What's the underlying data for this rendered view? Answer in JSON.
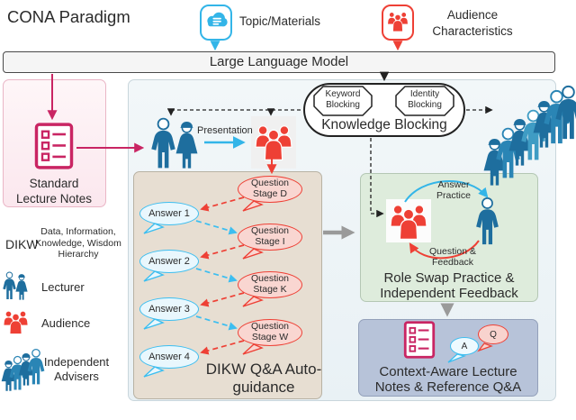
{
  "title": "CONA Paradigm",
  "header": {
    "topic_label": "Topic/Materials",
    "audience_label": "Audience Characteristics"
  },
  "llm": {
    "label": "Large Language Model"
  },
  "knowledge_blocking": {
    "label": "Knowledge Blocking",
    "keyword": "Keyword Blocking",
    "identity": "Identity Blocking"
  },
  "left_column": {
    "standard_notes_label": "Standard Lecture Notes",
    "dikw_term": "DIKW",
    "dikw_desc": "Data, Information, Knowledge, Wisdom Hierarchy",
    "legend_lecturer": "Lecturer",
    "legend_audience": "Audience",
    "legend_advisers": "Independent Advisers"
  },
  "flow": {
    "presentation_label": "Presentation"
  },
  "dikw_panel": {
    "title": "DIKW Q&A Auto-guidance",
    "questions": [
      "Question Stage D",
      "Question Stage I",
      "Question Stage K",
      "Question Stage W"
    ],
    "answers": [
      "Answer 1",
      "Answer 2",
      "Answer 3",
      "Answer 4"
    ]
  },
  "role_swap_panel": {
    "title": "Role Swap Practice & Independent Feedback",
    "answer_practice_label": "Answer Practice",
    "question_feedback_label": "Question & Feedback"
  },
  "context_panel": {
    "title": "Context-Aware Lecture Notes & Reference Q&A",
    "answer_bubble": "A",
    "question_bubble": "Q"
  },
  "colors": {
    "crimson": "#c92563",
    "cyan": "#33b5e8",
    "red": "#ee4035",
    "person_blue": "#1e6e9e",
    "tan_panel": "#e7ded2",
    "green_panel": "#deecdc",
    "context_panel": "#b7c3d9",
    "pink_panel": "#fdf0f4"
  }
}
